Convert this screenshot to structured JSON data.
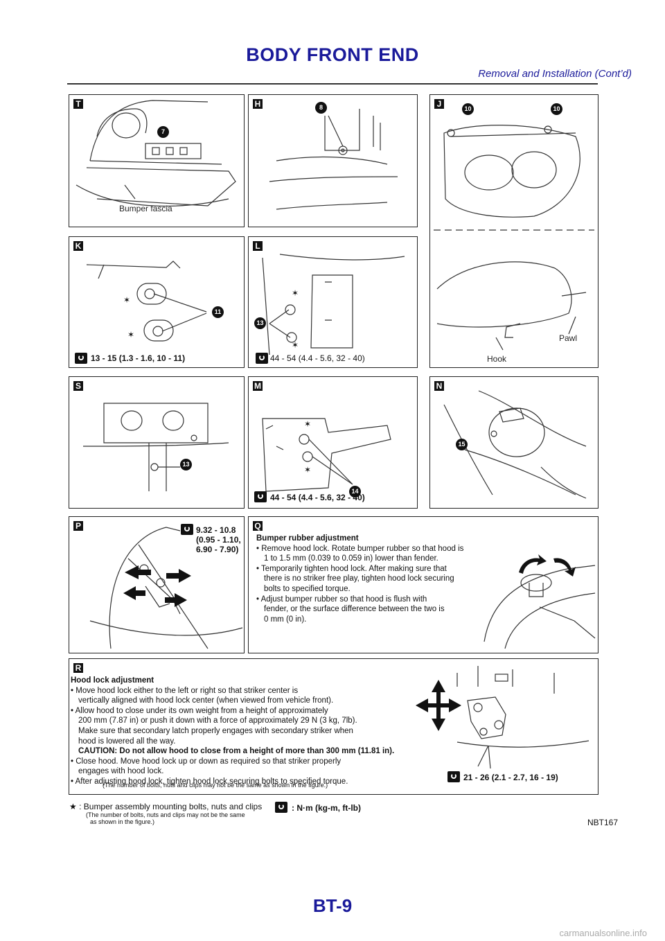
{
  "header": {
    "title": "BODY FRONT END",
    "subtitle": "Removal and Installation (Cont’d)"
  },
  "panels": {
    "T": {
      "tag": "T",
      "label": "Bumper fascia",
      "num": "7"
    },
    "H": {
      "tag": "H",
      "num": "8"
    },
    "J": {
      "tag": "J",
      "num1": "10",
      "num2": "10",
      "pawl": "Pawl",
      "hook": "Hook"
    },
    "K": {
      "tag": "K",
      "num": "11",
      "torque": "13 - 15 (1.3 - 1.6, 10 - 11)"
    },
    "L": {
      "tag": "L",
      "num": "13",
      "torque": "44 - 54 (4.4 - 5.6, 32 - 40)"
    },
    "S": {
      "tag": "S",
      "num": "13"
    },
    "M": {
      "tag": "M",
      "num": "14",
      "torque": "44 - 54 (4.4 - 5.6, 32 - 40)"
    },
    "N": {
      "tag": "N",
      "num": "15"
    },
    "P": {
      "tag": "P",
      "torque_l1": "9.32 - 10.8",
      "torque_l2": "(0.95 - 1.10,",
      "torque_l3": "6.90 - 7.90)"
    },
    "Q": {
      "tag": "Q",
      "heading": "Bumper rubber adjustment",
      "b1a": "Remove hood lock. Rotate bumper rubber so that hood is",
      "b1b": "1 to 1.5 mm (0.039 to 0.059 in) lower than fender.",
      "b2a": "Temporarily tighten hood lock. After making sure that",
      "b2b": "there is no striker free play, tighten hood lock securing",
      "b2c": "bolts to specified torque.",
      "b3a": "Adjust bumper rubber so that hood is flush with",
      "b3b": "fender, or the surface difference between the two is",
      "b3c": "0 mm (0 in)."
    },
    "R": {
      "tag": "R",
      "heading": "Hood lock adjustment",
      "b1a": "Move hood lock either to the left or right so that striker center is",
      "b1b": "vertically aligned with hood lock center (when viewed from vehicle front).",
      "b2a": "Allow hood to close under its own weight from a height of approximately",
      "b2b": "200 mm (7.87 in) or push it down with a force of approximately 29 N (3 kg, 7lb).",
      "b2c": "Make sure that secondary latch properly engages with secondary striker when",
      "b2d": "hood is lowered all the way.",
      "caution": "CAUTION: Do not allow hood to close from a height of more than 300 mm (11.81 in).",
      "b3a": "Close hood. Move hood lock up or down as required so that striker properly",
      "b3b": "engages with hood lock.",
      "b4": "After adjusting hood lock, tighten hood lock securing bolts to specified torque.",
      "note": "(The number of bolts, nuts and clips may not be the same as shown in the figure.)",
      "torque": "21 - 26 (2.1 - 2.7, 16 - 19)"
    }
  },
  "footer": {
    "star_label": "★ : Bumper assembly mounting bolts, nuts and clips",
    "star_note_1": "(The number of bolts, nuts and clips may not be the same",
    "star_note_2": "as shown in the figure.)",
    "unit_label": ": N·m (kg-m, ft-lb)",
    "code": "NBT167"
  },
  "page_number": "BT-9",
  "watermark": "carmanualsonline.info"
}
